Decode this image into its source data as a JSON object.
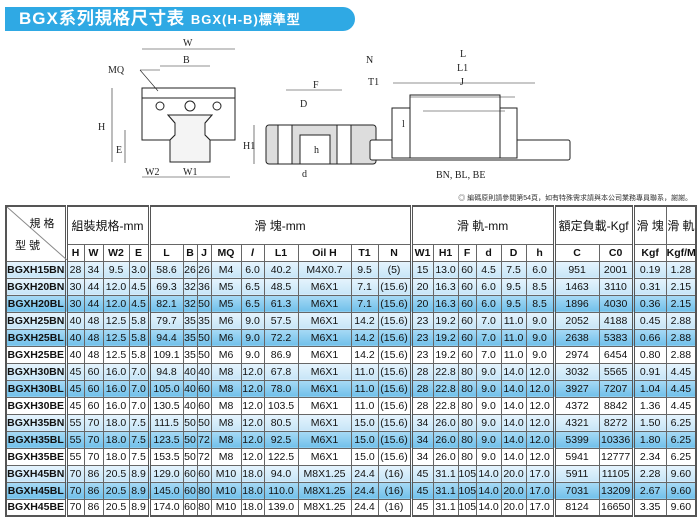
{
  "title": {
    "main": "BGX系列規格尺寸表",
    "sub": "BGX(H-B)標準型"
  },
  "diagram": {
    "labels": {
      "W": "W",
      "B": "B",
      "MQ": "MQ",
      "H": "H",
      "E": "E",
      "W2": "W2",
      "W1": "W1",
      "F": "F",
      "D": "D",
      "d": "d",
      "H1": "H1",
      "h": "h",
      "N": "N",
      "T1": "T1",
      "L": "L",
      "L1": "L1",
      "J": "J",
      "l": "l"
    },
    "caption": "BN, BL, BE"
  },
  "note": "◎ 編碼原則請參閱第54頁，如有特殊需求請與本公司業務專員聯系，謝謝。",
  "header": {
    "corner_top": "規 格",
    "corner_bottom": "型 號",
    "groups": [
      "組裝規格-mm",
      "滑 塊-mm",
      "滑 軌-mm",
      "額定負載-Kgf",
      "滑 塊",
      "滑 軌"
    ],
    "columns": [
      "H",
      "W",
      "W2",
      "E",
      "L",
      "B",
      "J",
      "MQ",
      "l",
      "L1",
      "Oil H",
      "T1",
      "N",
      "W1",
      "H1",
      "F",
      "d",
      "D",
      "h",
      "C",
      "C0",
      "Kgf",
      "Kgf/M"
    ]
  },
  "rows": [
    [
      "BGXH15BN",
      "28",
      "34",
      "9.5",
      "3.0",
      "58.6",
      "26",
      "26",
      "M4",
      "6.0",
      "40.2",
      "M4X0.7",
      "9.5",
      "(5)",
      "15",
      "13.0",
      "60",
      "4.5",
      "7.5",
      "6.0",
      "951",
      "2001",
      "0.19",
      "1.28"
    ],
    [
      "BGXH20BN",
      "30",
      "44",
      "12.0",
      "4.5",
      "69.3",
      "32",
      "36",
      "M5",
      "6.5",
      "48.5",
      "M6X1",
      "7.1",
      "(15.6)",
      "20",
      "16.3",
      "60",
      "6.0",
      "9.5",
      "8.5",
      "1463",
      "3110",
      "0.31",
      "2.15"
    ],
    [
      "BGXH20BL",
      "30",
      "44",
      "12.0",
      "4.5",
      "82.1",
      "32",
      "50",
      "M5",
      "6.5",
      "61.3",
      "M6X1",
      "7.1",
      "(15.6)",
      "20",
      "16.3",
      "60",
      "6.0",
      "9.5",
      "8.5",
      "1896",
      "4030",
      "0.36",
      "2.15"
    ],
    [
      "BGXH25BN",
      "40",
      "48",
      "12.5",
      "5.8",
      "79.7",
      "35",
      "35",
      "M6",
      "9.0",
      "57.5",
      "M6X1",
      "14.2",
      "(15.6)",
      "23",
      "19.2",
      "60",
      "7.0",
      "11.0",
      "9.0",
      "2052",
      "4188",
      "0.45",
      "2.88"
    ],
    [
      "BGXH25BL",
      "40",
      "48",
      "12.5",
      "5.8",
      "94.4",
      "35",
      "50",
      "M6",
      "9.0",
      "72.2",
      "M6X1",
      "14.2",
      "(15.6)",
      "23",
      "19.2",
      "60",
      "7.0",
      "11.0",
      "9.0",
      "2638",
      "5383",
      "0.66",
      "2.88"
    ],
    [
      "BGXH25BE",
      "40",
      "48",
      "12.5",
      "5.8",
      "109.1",
      "35",
      "50",
      "M6",
      "9.0",
      "86.9",
      "M6X1",
      "14.2",
      "(15.6)",
      "23",
      "19.2",
      "60",
      "7.0",
      "11.0",
      "9.0",
      "2974",
      "6454",
      "0.80",
      "2.88"
    ],
    [
      "BGXH30BN",
      "45",
      "60",
      "16.0",
      "7.0",
      "94.8",
      "40",
      "40",
      "M8",
      "12.0",
      "67.8",
      "M6X1",
      "11.0",
      "(15.6)",
      "28",
      "22.8",
      "80",
      "9.0",
      "14.0",
      "12.0",
      "3032",
      "5565",
      "0.91",
      "4.45"
    ],
    [
      "BGXH30BL",
      "45",
      "60",
      "16.0",
      "7.0",
      "105.0",
      "40",
      "60",
      "M8",
      "12.0",
      "78.0",
      "M6X1",
      "11.0",
      "(15.6)",
      "28",
      "22.8",
      "80",
      "9.0",
      "14.0",
      "12.0",
      "3927",
      "7207",
      "1.04",
      "4.45"
    ],
    [
      "BGXH30BE",
      "45",
      "60",
      "16.0",
      "7.0",
      "130.5",
      "40",
      "60",
      "M8",
      "12.0",
      "103.5",
      "M6X1",
      "11.0",
      "(15.6)",
      "28",
      "22.8",
      "80",
      "9.0",
      "14.0",
      "12.0",
      "4372",
      "8842",
      "1.36",
      "4.45"
    ],
    [
      "BGXH35BN",
      "55",
      "70",
      "18.0",
      "7.5",
      "111.5",
      "50",
      "50",
      "M8",
      "12.0",
      "80.5",
      "M6X1",
      "15.0",
      "(15.6)",
      "34",
      "26.0",
      "80",
      "9.0",
      "14.0",
      "12.0",
      "4321",
      "8272",
      "1.50",
      "6.25"
    ],
    [
      "BGXH35BL",
      "55",
      "70",
      "18.0",
      "7.5",
      "123.5",
      "50",
      "72",
      "M8",
      "12.0",
      "92.5",
      "M6X1",
      "15.0",
      "(15.6)",
      "34",
      "26.0",
      "80",
      "9.0",
      "14.0",
      "12.0",
      "5399",
      "10336",
      "1.80",
      "6.25"
    ],
    [
      "BGXH35BE",
      "55",
      "70",
      "18.0",
      "7.5",
      "153.5",
      "50",
      "72",
      "M8",
      "12.0",
      "122.5",
      "M6X1",
      "15.0",
      "(15.6)",
      "34",
      "26.0",
      "80",
      "9.0",
      "14.0",
      "12.0",
      "5941",
      "12777",
      "2.34",
      "6.25"
    ],
    [
      "BGXH45BN",
      "70",
      "86",
      "20.5",
      "8.9",
      "129.0",
      "60",
      "60",
      "M10",
      "18.0",
      "94.0",
      "M8X1.25",
      "24.4",
      "(16)",
      "45",
      "31.1",
      "105",
      "14.0",
      "20.0",
      "17.0",
      "5911",
      "11105",
      "2.28",
      "9.60"
    ],
    [
      "BGXH45BL",
      "70",
      "86",
      "20.5",
      "8.9",
      "145.0",
      "60",
      "80",
      "M10",
      "18.0",
      "110.0",
      "M8X1.25",
      "24.4",
      "(16)",
      "45",
      "31.1",
      "105",
      "14.0",
      "20.0",
      "17.0",
      "7031",
      "13209",
      "2.67",
      "9.60"
    ],
    [
      "BGXH45BE",
      "70",
      "86",
      "20.5",
      "8.9",
      "174.0",
      "60",
      "80",
      "M10",
      "18.0",
      "139.0",
      "M8X1.25",
      "24.4",
      "(16)",
      "45",
      "31.1",
      "105",
      "14.0",
      "20.0",
      "17.0",
      "8124",
      "16650",
      "3.35",
      "9.60"
    ]
  ],
  "colors": {
    "title_bg": "#2fa9e4",
    "row_bn": "#d3ebf9",
    "row_bl": "#86c9ee",
    "row_be": "#ffffff"
  }
}
